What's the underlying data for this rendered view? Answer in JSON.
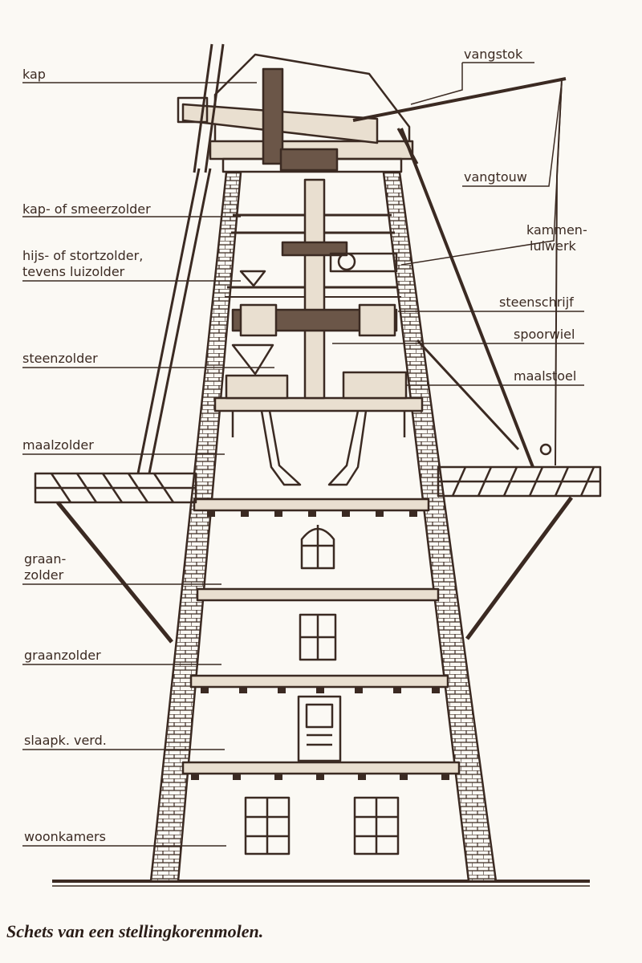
{
  "labels": {
    "kap": "kap",
    "vangstok": "vangstok",
    "vangtouw": "vangtouw",
    "kap_smeerzolder": "kap- of smeerzolder",
    "kammenluiwerk_1": "kammen-",
    "kammenluiwerk_2": "luiwerk",
    "hijs_1": "hijs- of stortzolder,",
    "hijs_2": "tevens luizolder",
    "steenschrijf": "steenschrijf",
    "spoorwiel": "spoorwiel",
    "steenzolder": "steenzolder",
    "maalstoel": "maalstoel",
    "maalzolder": "maalzolder",
    "graanzolder_a1": "graan-",
    "graanzolder_a2": "zolder",
    "graanzolder_b": "graanzolder",
    "slaapk": "slaapk. verd.",
    "woonkamers": "woonkamers"
  },
  "caption": "Schets van een stellingkorenmolen.",
  "colors": {
    "ink": "#3b2a22",
    "paper": "#fbf9f4"
  }
}
